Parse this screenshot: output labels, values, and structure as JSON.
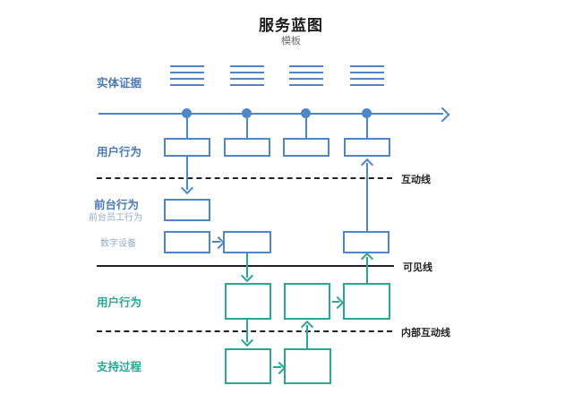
{
  "title": "服务蓝图",
  "subtitle": "模板",
  "lane_labels": {
    "physical_evidence": "实体证据",
    "customer_actions": "用户行为",
    "frontstage_actions": "前台行为",
    "frontstage_employee_actions": "前台员工行为",
    "digital_devices": "数字设备",
    "backstage_actions": "用户行为",
    "support_processes": "支持过程"
  },
  "line_labels": {
    "interaction": "互动线",
    "visibility": "可见线",
    "internal_interaction": "内部互动线"
  },
  "colors": {
    "blue": "#4e86c6",
    "blue_label": "#4a7ab5",
    "light_blue_label": "#94a9c7",
    "teal": "#29a795",
    "line_black": "#222222"
  }
}
